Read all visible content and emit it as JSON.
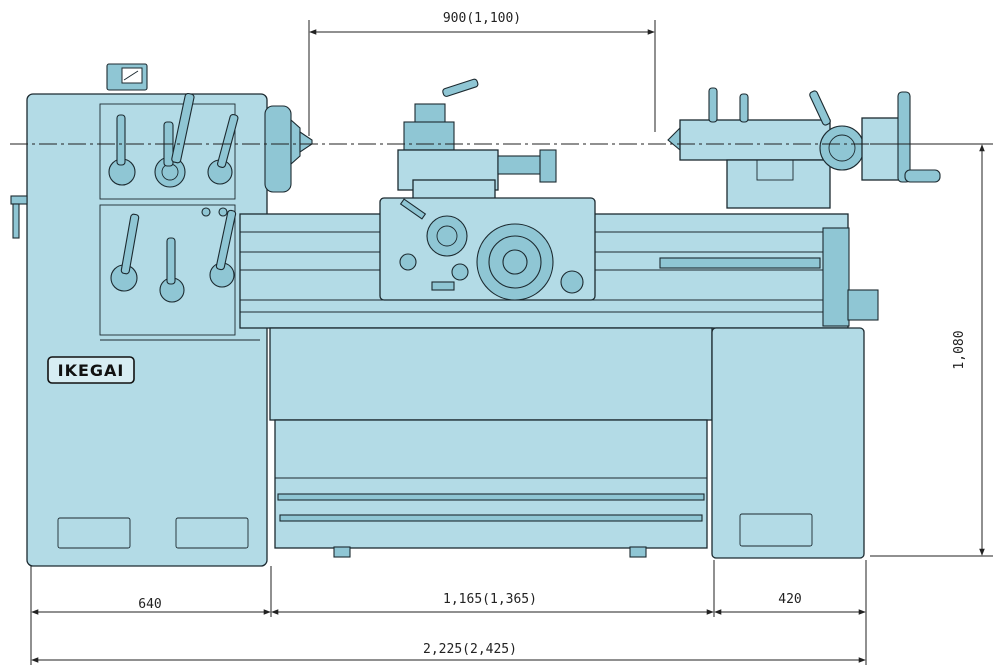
{
  "figure": {
    "brand_label": "IKEGAI",
    "dimensions": {
      "between_centers": "900(1,100)",
      "height": "1,080",
      "headstock_width": "640",
      "bed_length": "1,165(1,365)",
      "tailstock_width": "420",
      "overall_length": "2,225(2,425)"
    },
    "colors": {
      "machine_fill": "#b3dbe6",
      "line": "#1c2a30"
    }
  }
}
